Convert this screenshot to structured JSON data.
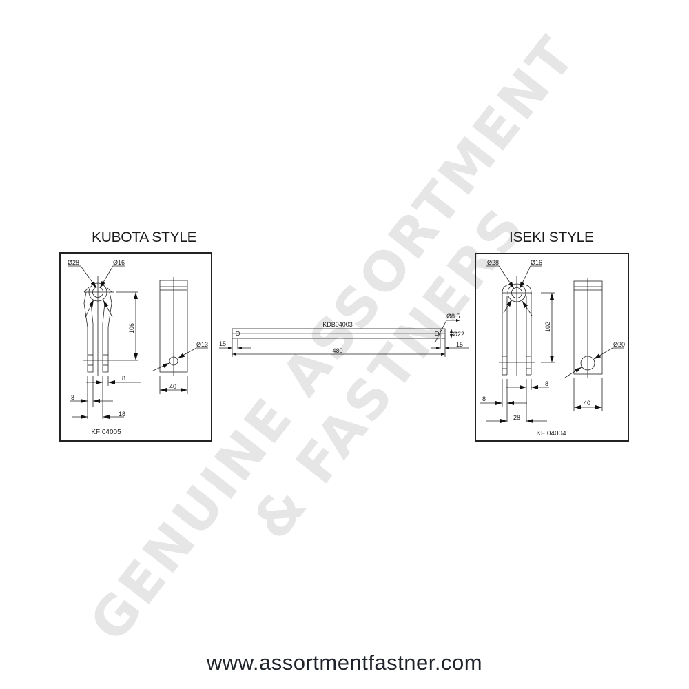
{
  "watermark": {
    "line1": "GENUINE ASSORTMENT",
    "line2": "& FASTNERS"
  },
  "kubota": {
    "title": "KUBOTA STYLE",
    "part_code": "KF 04005",
    "dims": {
      "outer_dia": "Ø28",
      "bore_dia": "Ø16",
      "length": "106",
      "pin_hole_dia": "Ø13",
      "width": "40",
      "slot_gap": "8",
      "prong_width": "8",
      "prong_span": "18"
    }
  },
  "center_bar": {
    "part_code": "KDB04003",
    "dims": {
      "hole_dia": "Ø8.5",
      "bar_dia": "Ø22",
      "left_offset": "15",
      "right_offset": "15",
      "length": "480"
    }
  },
  "iseki": {
    "title": "ISEKI STYLE",
    "part_code": "KF 04004",
    "dims": {
      "outer_dia": "Ø28",
      "bore_dia": "Ø16",
      "length": "102",
      "pin_hole_dia": "Ø20",
      "width": "40",
      "slot_gap": "8",
      "prong_width": "8",
      "prong_span": "28"
    }
  },
  "footer": {
    "url": "www.assortmentfastner.com"
  }
}
